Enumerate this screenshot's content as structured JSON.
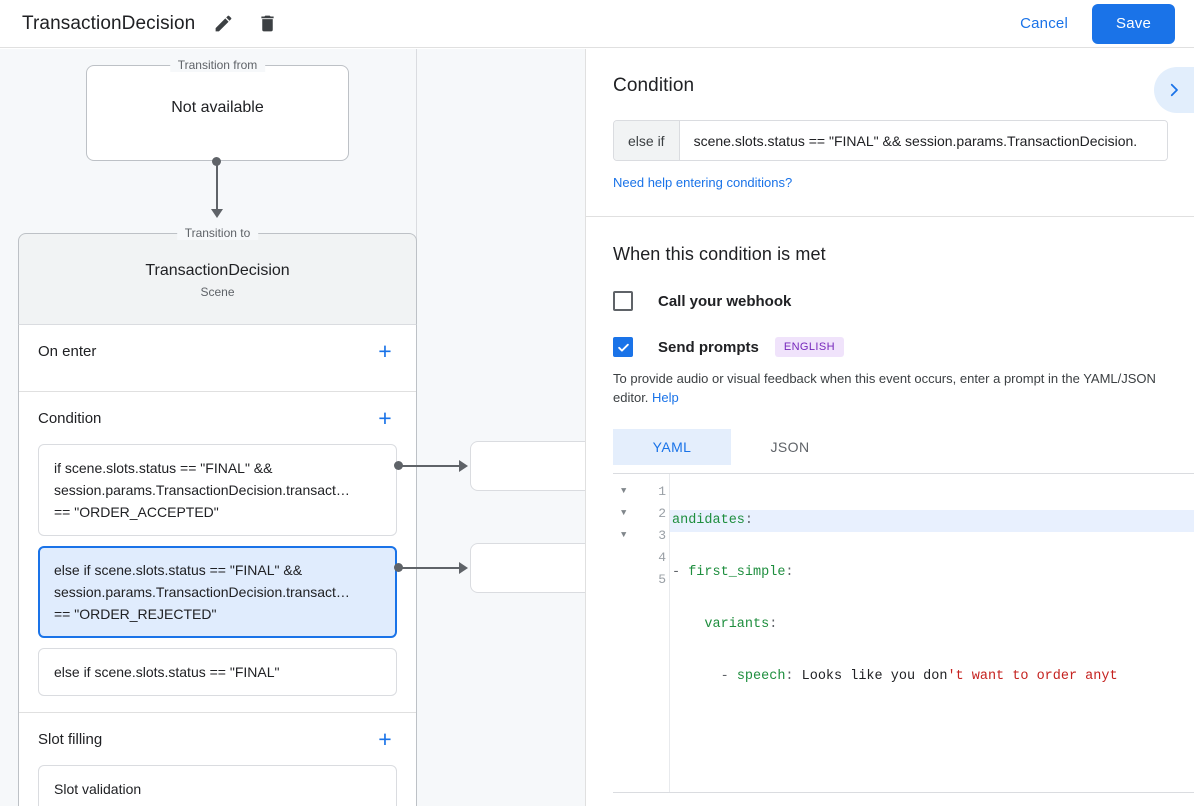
{
  "topbar": {
    "title": "TransactionDecision",
    "edit_icon": "pencil-icon",
    "delete_icon": "trash-icon",
    "cancel_label": "Cancel",
    "save_label": "Save",
    "accent_color": "#1a73e8"
  },
  "graph": {
    "from_node": {
      "legend": "Transition from",
      "title": "Not available"
    },
    "to_node": {
      "legend": "Transition to",
      "title": "TransactionDecision",
      "subtitle": "Scene"
    },
    "sections": [
      {
        "title": "On enter",
        "add_icon": "plus-icon",
        "items": []
      },
      {
        "title": "Condition",
        "add_icon": "plus-icon",
        "items": [
          {
            "selected": false,
            "lines": [
              "if scene.slots.status == \"FINAL\" &&",
              "session.params.TransactionDecision.transact…",
              "== \"ORDER_ACCEPTED\""
            ]
          },
          {
            "selected": true,
            "lines": [
              "else if scene.slots.status == \"FINAL\" &&",
              "session.params.TransactionDecision.transact…",
              "== \"ORDER_REJECTED\""
            ]
          },
          {
            "selected": false,
            "lines": [
              "else if scene.slots.status == \"FINAL\""
            ]
          }
        ]
      },
      {
        "title": "Slot filling",
        "add_icon": "plus-icon",
        "items": [
          {
            "selected": false,
            "lines": [
              "Slot validation"
            ]
          }
        ]
      }
    ]
  },
  "detail": {
    "condition": {
      "heading": "Condition",
      "expand_icon": "chevron-right-icon",
      "prefix": "else if",
      "value": "scene.slots.status == \"FINAL\" && session.params.TransactionDecision.",
      "help_link": "Need help entering conditions?"
    },
    "when_met": {
      "heading": "When this condition is met",
      "webhook": {
        "label": "Call your webhook",
        "checked": false
      },
      "send_prompts": {
        "label": "Send prompts",
        "checked": true,
        "badge": "ENGLISH",
        "badge_bg": "#f0e3fb",
        "badge_fg": "#7627bb"
      },
      "helper_text": "To provide audio or visual feedback when this event occurs, enter a prompt in the YAML/JSON editor.",
      "helper_link": "Help"
    },
    "editor": {
      "tabs": [
        {
          "label": "YAML",
          "active": true
        },
        {
          "label": "JSON",
          "active": false
        }
      ],
      "line_numbers": [
        "1",
        "2",
        "3",
        "4",
        "5"
      ],
      "folds": [
        true,
        true,
        true,
        false,
        false
      ],
      "lines": [
        {
          "highlighted": true,
          "text": "andidates:"
        },
        {
          "highlighted": false,
          "text": "- first_simple:"
        },
        {
          "highlighted": false,
          "text": "    variants:"
        },
        {
          "highlighted": false,
          "text": "      - speech: Looks like you don't want to order anyt"
        },
        {
          "highlighted": false,
          "text": ""
        }
      ]
    }
  }
}
